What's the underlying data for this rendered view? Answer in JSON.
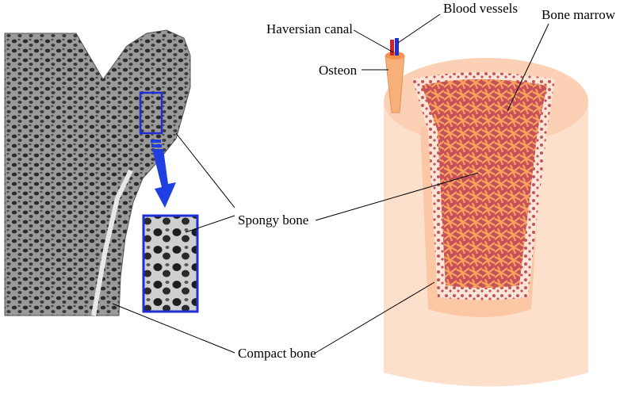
{
  "labels": {
    "blood_vessels": "Blood vessels",
    "haversian_canal": "Haversian canal",
    "osteon": "Osteon",
    "bone_marrow": "Bone marrow",
    "spongy_bone": "Spongy bone",
    "compact_bone": "Compact bone"
  },
  "colors": {
    "highlight_box": "#1f2fd6",
    "arrow": "#1f3fe0",
    "outer_cortex": "#fde0cc",
    "cortex_top": "#fcd0b4",
    "inner_cortex": "#fbc7a5",
    "marrow": "#c8525c",
    "trabeculae": "#f7a25d",
    "blood_vessel_red": "#d2232a",
    "blood_vessel_blue": "#2233cc"
  }
}
